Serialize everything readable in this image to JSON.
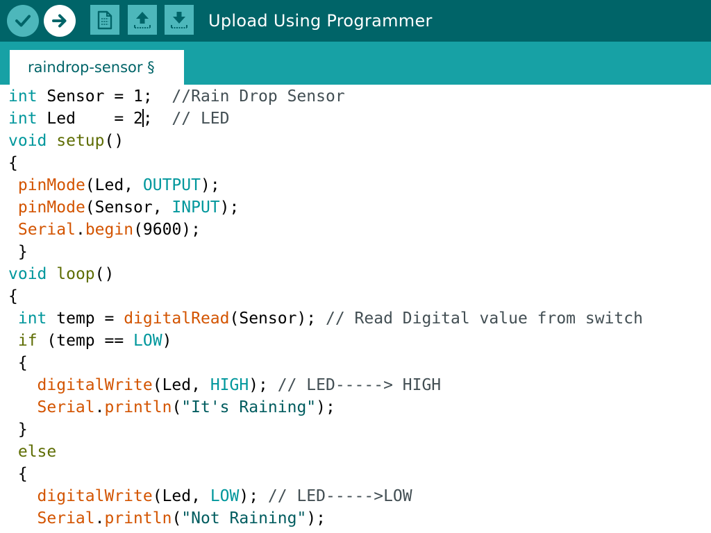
{
  "toolbar": {
    "status_label": "Upload Using Programmer",
    "buttons": [
      {
        "name": "verify-button",
        "icon": "checkmark-icon"
      },
      {
        "name": "upload-button",
        "icon": "arrow-right-icon"
      },
      {
        "name": "new-button",
        "icon": "new-file-icon"
      },
      {
        "name": "open-button",
        "icon": "arrow-up-icon"
      },
      {
        "name": "save-button",
        "icon": "arrow-down-icon"
      }
    ]
  },
  "tabs": [
    {
      "label": "raindrop-sensor §",
      "active": true
    }
  ],
  "colors": {
    "toolbar_bg": "#006468",
    "tabbar_bg": "#17a1a5",
    "button_bg": "#4db7bb",
    "keyword": "#00979c",
    "function": "#d35400",
    "structure": "#5e6d03",
    "comment": "#434f54"
  },
  "editor": {
    "lines": [
      [
        [
          "type",
          "int"
        ],
        [
          "plain",
          " Sensor = 1;  "
        ],
        [
          "comment",
          "//Rain Drop Sensor"
        ]
      ],
      [
        [
          "type",
          "int"
        ],
        [
          "plain",
          " Led    = 2"
        ],
        [
          "caret",
          ""
        ],
        [
          "plain",
          ";  "
        ],
        [
          "comment",
          "// LED"
        ]
      ],
      [
        [
          "type",
          "void"
        ],
        [
          "plain",
          " "
        ],
        [
          "struct",
          "setup"
        ],
        [
          "plain",
          "()"
        ]
      ],
      [
        [
          "plain",
          "{"
        ]
      ],
      [
        [
          "plain",
          " "
        ],
        [
          "fn",
          "pinMode"
        ],
        [
          "plain",
          "(Led, "
        ],
        [
          "const",
          "OUTPUT"
        ],
        [
          "plain",
          ");"
        ]
      ],
      [
        [
          "plain",
          " "
        ],
        [
          "fn",
          "pinMode"
        ],
        [
          "plain",
          "(Sensor, "
        ],
        [
          "const",
          "INPUT"
        ],
        [
          "plain",
          ");"
        ]
      ],
      [
        [
          "plain",
          " "
        ],
        [
          "fn",
          "Serial"
        ],
        [
          "plain",
          "."
        ],
        [
          "fn",
          "begin"
        ],
        [
          "plain",
          "(9600);"
        ]
      ],
      [
        [
          "plain",
          " }"
        ]
      ],
      [
        [
          "type",
          "void"
        ],
        [
          "plain",
          " "
        ],
        [
          "struct",
          "loop"
        ],
        [
          "plain",
          "()"
        ]
      ],
      [
        [
          "plain",
          "{"
        ]
      ],
      [
        [
          "plain",
          " "
        ],
        [
          "type",
          "int"
        ],
        [
          "plain",
          " temp = "
        ],
        [
          "fn",
          "digitalRead"
        ],
        [
          "plain",
          "(Sensor); "
        ],
        [
          "comment",
          "// Read Digital value from switch"
        ]
      ],
      [
        [
          "plain",
          " "
        ],
        [
          "struct",
          "if"
        ],
        [
          "plain",
          " (temp == "
        ],
        [
          "const",
          "LOW"
        ],
        [
          "plain",
          ")"
        ]
      ],
      [
        [
          "plain",
          " {"
        ]
      ],
      [
        [
          "plain",
          "   "
        ],
        [
          "fn",
          "digitalWrite"
        ],
        [
          "plain",
          "(Led, "
        ],
        [
          "const",
          "HIGH"
        ],
        [
          "plain",
          "); "
        ],
        [
          "comment",
          "// LED-----> HIGH"
        ]
      ],
      [
        [
          "plain",
          "   "
        ],
        [
          "fn",
          "Serial"
        ],
        [
          "plain",
          "."
        ],
        [
          "fn",
          "println"
        ],
        [
          "plain",
          "("
        ],
        [
          "string",
          "\"It's Raining\""
        ],
        [
          "plain",
          ");"
        ]
      ],
      [
        [
          "plain",
          " }"
        ]
      ],
      [
        [
          "plain",
          " "
        ],
        [
          "struct",
          "else"
        ]
      ],
      [
        [
          "plain",
          " {"
        ]
      ],
      [
        [
          "plain",
          "   "
        ],
        [
          "fn",
          "digitalWrite"
        ],
        [
          "plain",
          "(Led, "
        ],
        [
          "const",
          "LOW"
        ],
        [
          "plain",
          "); "
        ],
        [
          "comment",
          "// LED----->LOW"
        ]
      ],
      [
        [
          "plain",
          "   "
        ],
        [
          "fn",
          "Serial"
        ],
        [
          "plain",
          "."
        ],
        [
          "fn",
          "println"
        ],
        [
          "plain",
          "("
        ],
        [
          "string",
          "\"Not Raining\""
        ],
        [
          "plain",
          ");"
        ]
      ],
      [
        [
          "plain",
          " }"
        ]
      ]
    ]
  }
}
